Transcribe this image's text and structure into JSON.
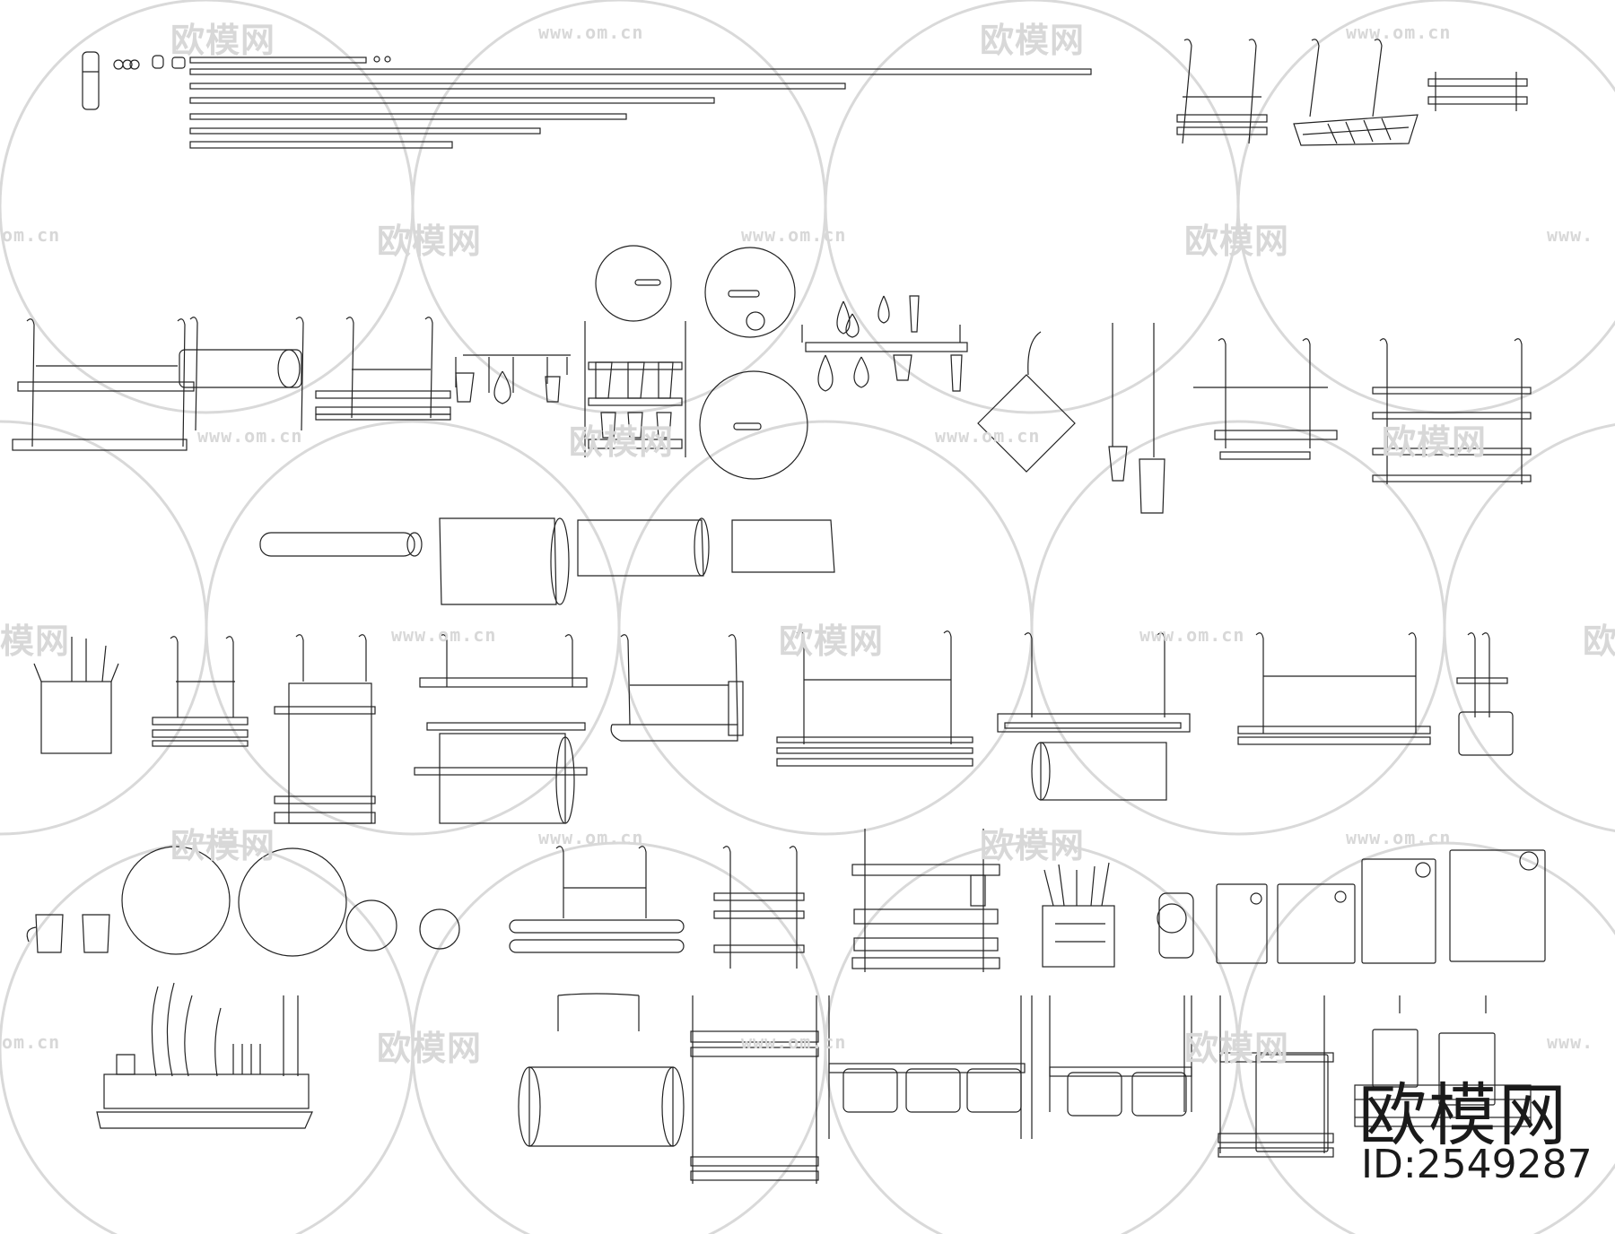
{
  "watermark": {
    "brand": "欧模网",
    "url": "www.om.cn",
    "url_partial_left": "om.cn",
    "url_partial_right": "www.",
    "brand_partial_left": "模网",
    "brand_partial_right": "欧"
  },
  "stamp": {
    "brand": "欧模网",
    "id_label": "ID:2549287"
  },
  "colors": {
    "line": "#222222",
    "watermark": "#d8d8d8",
    "background": "#ffffff"
  },
  "icons": [
    "kitchen-rail-icon",
    "hook-icon",
    "shelf-rack-icon",
    "paper-towel-holder-icon",
    "dish-rack-icon",
    "cutting-board-icon",
    "cup-icon",
    "plate-icon",
    "utensil-holder-icon",
    "pot-lid-icon",
    "wine-glass-rack-icon",
    "spice-jar-rack-icon"
  ]
}
